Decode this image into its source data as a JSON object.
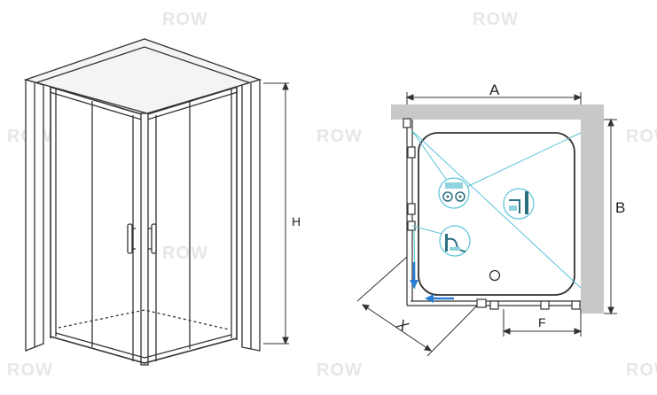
{
  "watermark": {
    "text": "ROW"
  },
  "left_view": {
    "height_label": "H"
  },
  "right_view": {
    "dim_a_label": "A",
    "dim_b_label": "B",
    "dim_x_label": "X",
    "dim_f_label": "F"
  },
  "colors": {
    "line": "#333333",
    "wall": "#c8c8c8",
    "cyan": "#5ac3d6",
    "arrow_blue": "#2a7fd4"
  },
  "icons": [
    "roller-wheels-icon",
    "wall-profile-icon",
    "seal-profile-icon"
  ]
}
